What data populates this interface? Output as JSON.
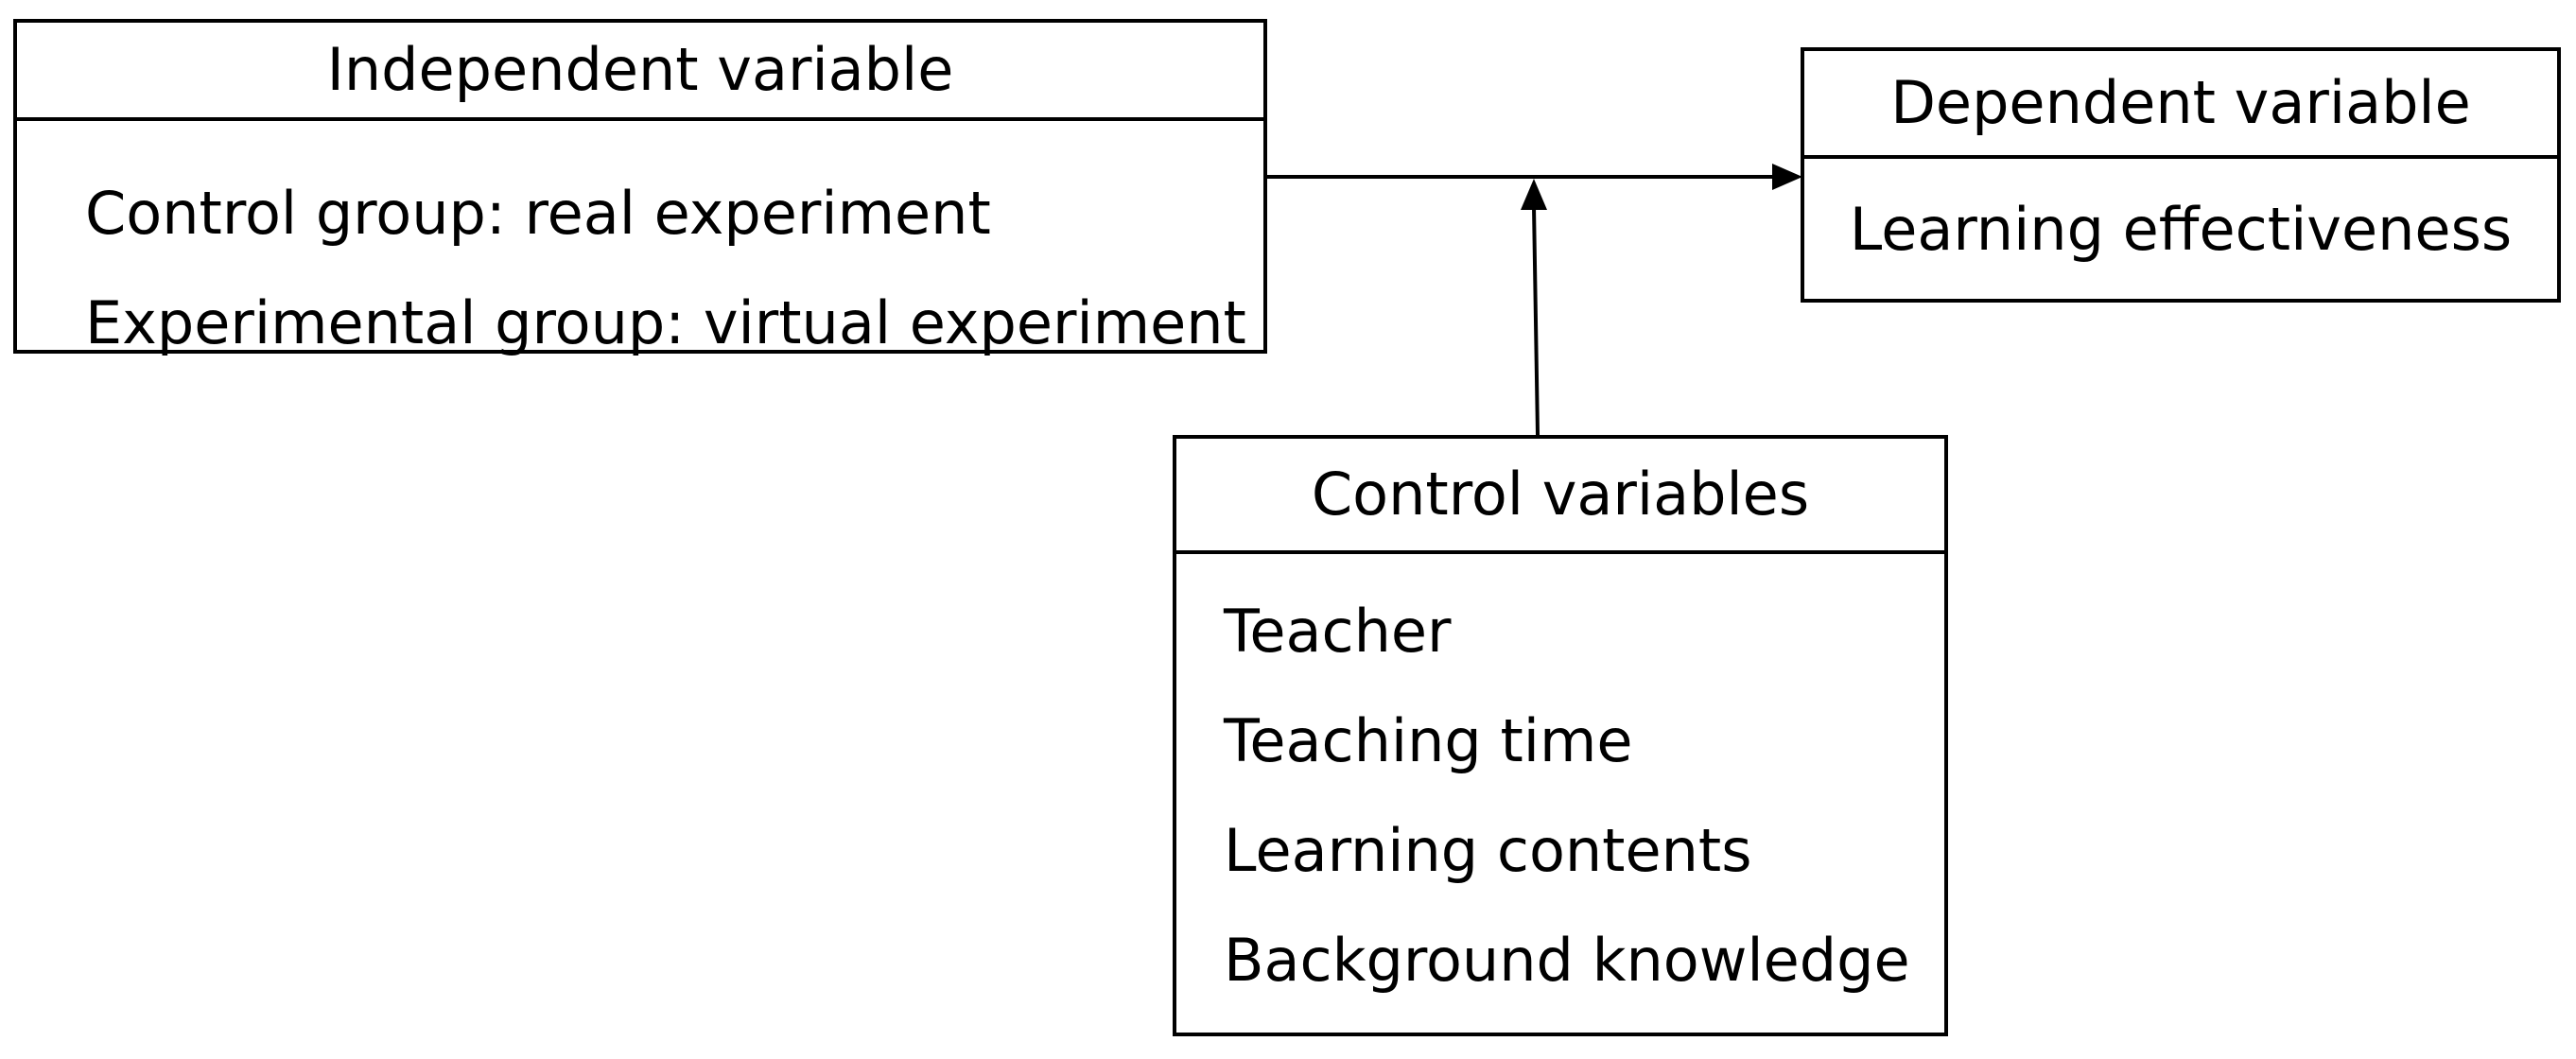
{
  "independent": {
    "title": "Independent variable",
    "items": [
      "Control group: real experiment",
      "Experimental group: virtual experiment"
    ]
  },
  "dependent": {
    "title": "Dependent variable",
    "items": [
      "Learning effectiveness"
    ]
  },
  "control": {
    "title": "Control variables",
    "items": [
      "Teacher",
      "Teaching time",
      "Learning contents",
      "Background knowledge"
    ]
  },
  "colors": {
    "line": "#000000",
    "background": "#ffffff"
  }
}
